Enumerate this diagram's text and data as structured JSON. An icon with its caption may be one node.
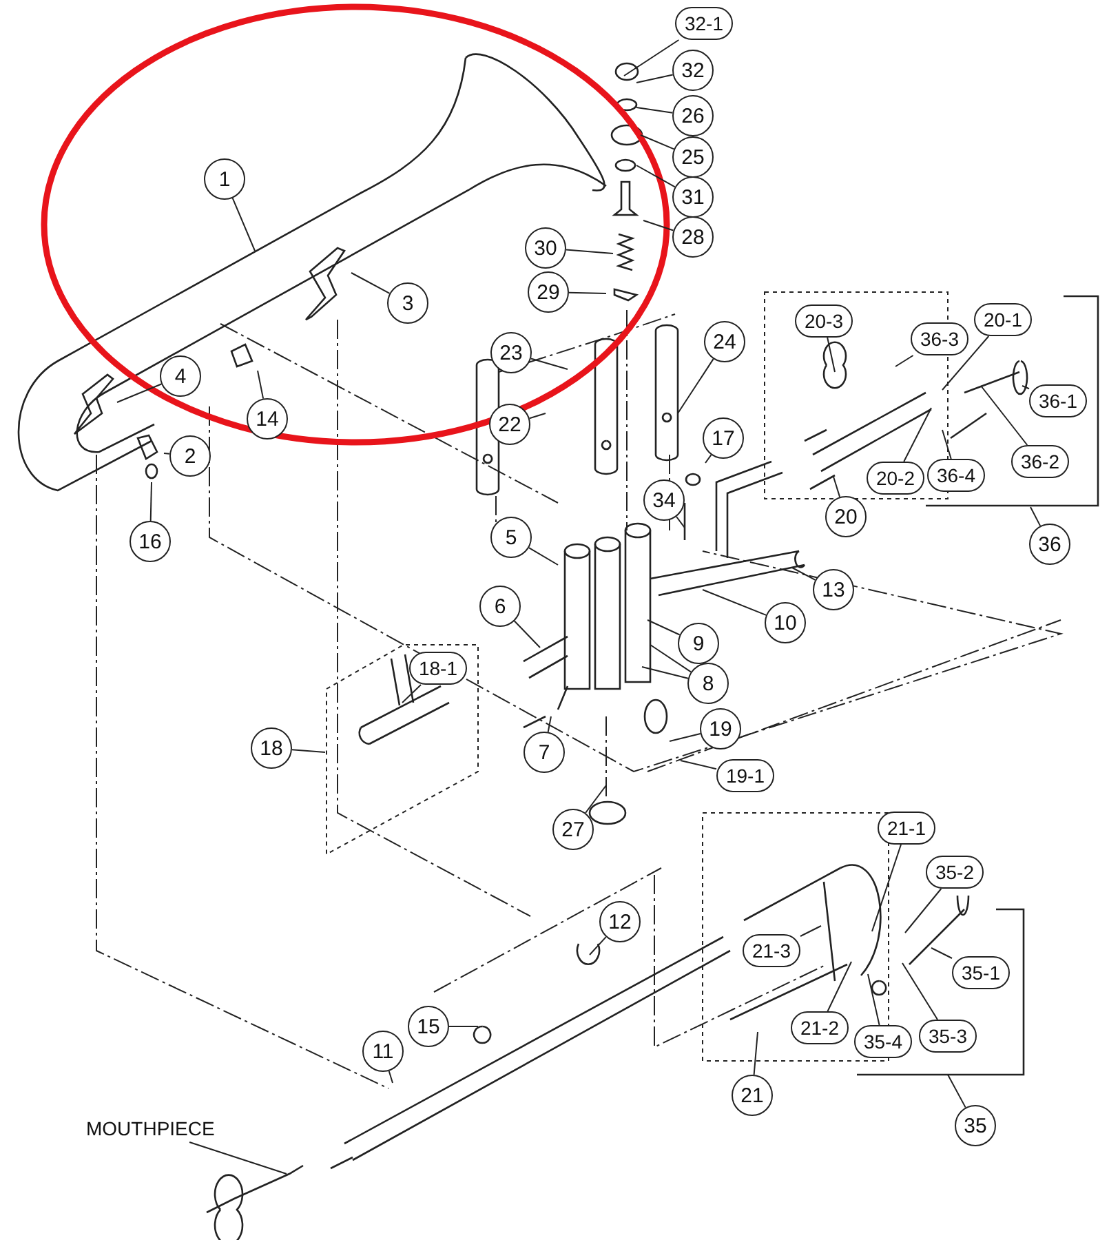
{
  "diagram": {
    "nodes": [
      {
        "text": [
          "32-1"
        ]
      },
      {
        "text": [
          "32"
        ]
      },
      {
        "text": [
          "26"
        ]
      },
      {
        "text": [
          "25"
        ]
      },
      {
        "text": [
          "31"
        ]
      },
      {
        "text": [
          "28"
        ]
      },
      {
        "text": [
          "30"
        ]
      },
      {
        "text": [
          "29"
        ]
      },
      {
        "text": [
          "1"
        ]
      },
      {
        "text": [
          "3"
        ]
      },
      {
        "text": [
          "23"
        ]
      },
      {
        "text": [
          "24"
        ]
      },
      {
        "text": [
          "20-3"
        ]
      },
      {
        "text": [
          "36-3"
        ]
      },
      {
        "text": [
          "20-1"
        ]
      },
      {
        "text": [
          "4"
        ]
      },
      {
        "text": [
          "14"
        ]
      },
      {
        "text": [
          "22"
        ]
      },
      {
        "text": [
          "2"
        ]
      },
      {
        "text": [
          "36-1"
        ]
      },
      {
        "text": [
          "36-2"
        ]
      },
      {
        "text": [
          "20-2"
        ]
      },
      {
        "text": [
          "36-4"
        ]
      },
      {
        "text": [
          "17"
        ]
      },
      {
        "text": [
          "16"
        ]
      },
      {
        "text": [
          "34"
        ]
      },
      {
        "text": [
          "20"
        ]
      },
      {
        "text": [
          "36"
        ]
      },
      {
        "text": [
          "5"
        ]
      },
      {
        "text": [
          "13"
        ]
      },
      {
        "text": [
          "10"
        ]
      },
      {
        "text": [
          "6"
        ]
      },
      {
        "text": [
          "9"
        ]
      },
      {
        "text": [
          "8"
        ]
      },
      {
        "text": [
          "18-1"
        ]
      },
      {
        "text": [
          "18"
        ]
      },
      {
        "text": [
          "7"
        ]
      },
      {
        "text": [
          "19"
        ]
      },
      {
        "text": [
          "19-1"
        ]
      },
      {
        "text": [
          "27"
        ]
      },
      {
        "text": [
          "21-1"
        ]
      },
      {
        "text": [
          "35-2"
        ]
      },
      {
        "text": [
          "12"
        ]
      },
      {
        "text": [
          "21-3"
        ]
      },
      {
        "text": [
          "35-1"
        ]
      },
      {
        "text": [
          "15"
        ]
      },
      {
        "text": [
          "11"
        ]
      },
      {
        "text": [
          "21-2"
        ]
      },
      {
        "text": [
          "35-4"
        ]
      },
      {
        "text": [
          "35-3"
        ]
      },
      {
        "text": [
          "21"
        ]
      },
      {
        "text": [
          "35"
        ]
      },
      {
        "text": [
          "MOUTHPIECE"
        ]
      }
    ],
    "edges": [
      {
        "from": 0,
        "to": null,
        "arrow": "none"
      },
      {
        "from": 1,
        "to": null,
        "arrow": "none"
      },
      {
        "from": 2,
        "to": null,
        "arrow": "none"
      },
      {
        "from": 3,
        "to": null,
        "arrow": "none"
      },
      {
        "from": 4,
        "to": null,
        "arrow": "none"
      },
      {
        "from": 5,
        "to": null,
        "arrow": "none"
      },
      {
        "from": 6,
        "to": null,
        "arrow": "none"
      },
      {
        "from": 7,
        "to": null,
        "arrow": "none"
      },
      {
        "from": 8,
        "to": null,
        "arrow": "none"
      },
      {
        "from": 9,
        "to": null,
        "arrow": "none"
      },
      {
        "from": 10,
        "to": null,
        "arrow": "none"
      },
      {
        "from": 11,
        "to": null,
        "arrow": "none"
      },
      {
        "from": 12,
        "to": null,
        "arrow": "none"
      },
      {
        "from": 13,
        "to": null,
        "arrow": "none"
      },
      {
        "from": 14,
        "to": null,
        "arrow": "none"
      },
      {
        "from": 15,
        "to": null,
        "arrow": "none"
      },
      {
        "from": 16,
        "to": null,
        "arrow": "none"
      },
      {
        "from": 17,
        "to": null,
        "arrow": "none"
      },
      {
        "from": 18,
        "to": null,
        "arrow": "none"
      },
      {
        "from": 19,
        "to": null,
        "arrow": "none"
      },
      {
        "from": 20,
        "to": null,
        "arrow": "none"
      },
      {
        "from": 21,
        "to": null,
        "arrow": "none"
      },
      {
        "from": 22,
        "to": null,
        "arrow": "none"
      },
      {
        "from": 23,
        "to": null,
        "arrow": "none"
      },
      {
        "from": 24,
        "to": null,
        "arrow": "none"
      },
      {
        "from": 25,
        "to": null,
        "arrow": "none"
      },
      {
        "from": 26,
        "to": null,
        "arrow": "none"
      },
      {
        "from": 27,
        "to": null,
        "arrow": "none"
      },
      {
        "from": 28,
        "to": null,
        "arrow": "none"
      },
      {
        "from": 29,
        "to": null,
        "arrow": "none"
      },
      {
        "from": 30,
        "to": null,
        "arrow": "none"
      },
      {
        "from": 31,
        "to": null,
        "arrow": "none"
      },
      {
        "from": 32,
        "to": null,
        "arrow": "none"
      },
      {
        "from": 33,
        "to": null,
        "arrow": "none"
      },
      {
        "from": 33,
        "to": null,
        "arrow": "none"
      },
      {
        "from": 34,
        "to": null,
        "arrow": "none"
      },
      {
        "from": 35,
        "to": null,
        "arrow": "none"
      },
      {
        "from": 36,
        "to": null,
        "arrow": "none"
      },
      {
        "from": 37,
        "to": null,
        "arrow": "none"
      },
      {
        "from": 38,
        "to": null,
        "arrow": "none"
      },
      {
        "from": 39,
        "to": null,
        "arrow": "none"
      },
      {
        "from": 40,
        "to": null,
        "arrow": "none"
      },
      {
        "from": 41,
        "to": null,
        "arrow": "none"
      },
      {
        "from": 42,
        "to": null,
        "arrow": "none"
      },
      {
        "from": 43,
        "to": null,
        "arrow": "none"
      },
      {
        "from": 44,
        "to": null,
        "arrow": "none"
      },
      {
        "from": 45,
        "to": null,
        "arrow": "none"
      },
      {
        "from": 46,
        "to": null,
        "arrow": "none"
      },
      {
        "from": 47,
        "to": null,
        "arrow": "none"
      },
      {
        "from": 48,
        "to": null,
        "arrow": "none"
      },
      {
        "from": 49,
        "to": null,
        "arrow": "none"
      },
      {
        "from": 50,
        "to": null,
        "arrow": "none"
      },
      {
        "from": 51,
        "to": null,
        "arrow": "none"
      },
      {
        "from": 52,
        "to": null,
        "arrow": "none"
      }
    ]
  }
}
